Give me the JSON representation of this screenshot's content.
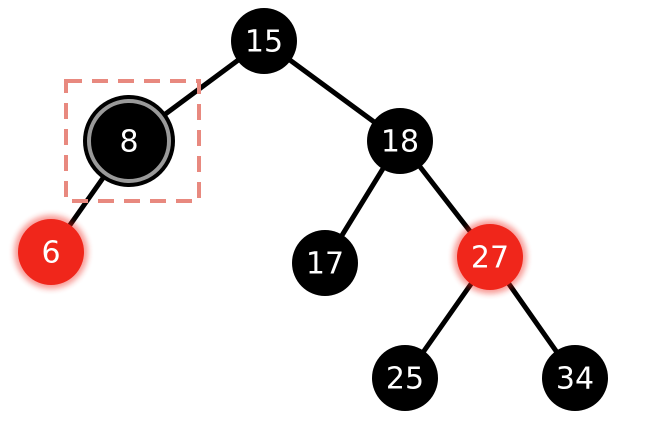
{
  "tree": {
    "colors": {
      "black_node": "#000000",
      "red_node": "#f0261b",
      "edge": "#000000",
      "highlight_box": "#e8897f",
      "focus_ring": "#9a9a9a",
      "label": "#ffffff"
    },
    "nodes": [
      {
        "id": "n15",
        "label": "15",
        "color": "black"
      },
      {
        "id": "n8",
        "label": "8",
        "color": "black",
        "highlighted": true
      },
      {
        "id": "n18",
        "label": "18",
        "color": "black"
      },
      {
        "id": "n6",
        "label": "6",
        "color": "red"
      },
      {
        "id": "n17",
        "label": "17",
        "color": "black"
      },
      {
        "id": "n27",
        "label": "27",
        "color": "red"
      },
      {
        "id": "n25",
        "label": "25",
        "color": "black"
      },
      {
        "id": "n34",
        "label": "34",
        "color": "black"
      }
    ],
    "edges": [
      {
        "from": "n15",
        "to": "n8"
      },
      {
        "from": "n15",
        "to": "n18"
      },
      {
        "from": "n8",
        "to": "n6"
      },
      {
        "from": "n18",
        "to": "n17"
      },
      {
        "from": "n18",
        "to": "n27"
      },
      {
        "from": "n27",
        "to": "n25"
      },
      {
        "from": "n27",
        "to": "n34"
      }
    ]
  }
}
